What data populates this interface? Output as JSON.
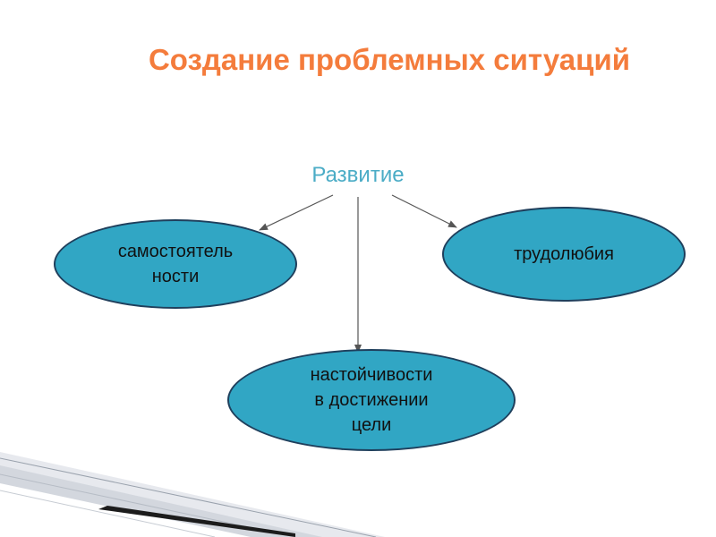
{
  "slide": {
    "title": "Создание проблемных ситуаций"
  },
  "diagram": {
    "root": "Развитие",
    "nodes": [
      {
        "text": "самостоятель\nности"
      },
      {
        "text": "трудолюбия"
      },
      {
        "text": "настойчивости\nв достижении\nцели"
      }
    ]
  },
  "colors": {
    "title": "#f47c3c",
    "root_label": "#4bacc6",
    "node_fill": "#31a6c4",
    "node_border": "#1f3f5c",
    "arrow": "#555555"
  }
}
